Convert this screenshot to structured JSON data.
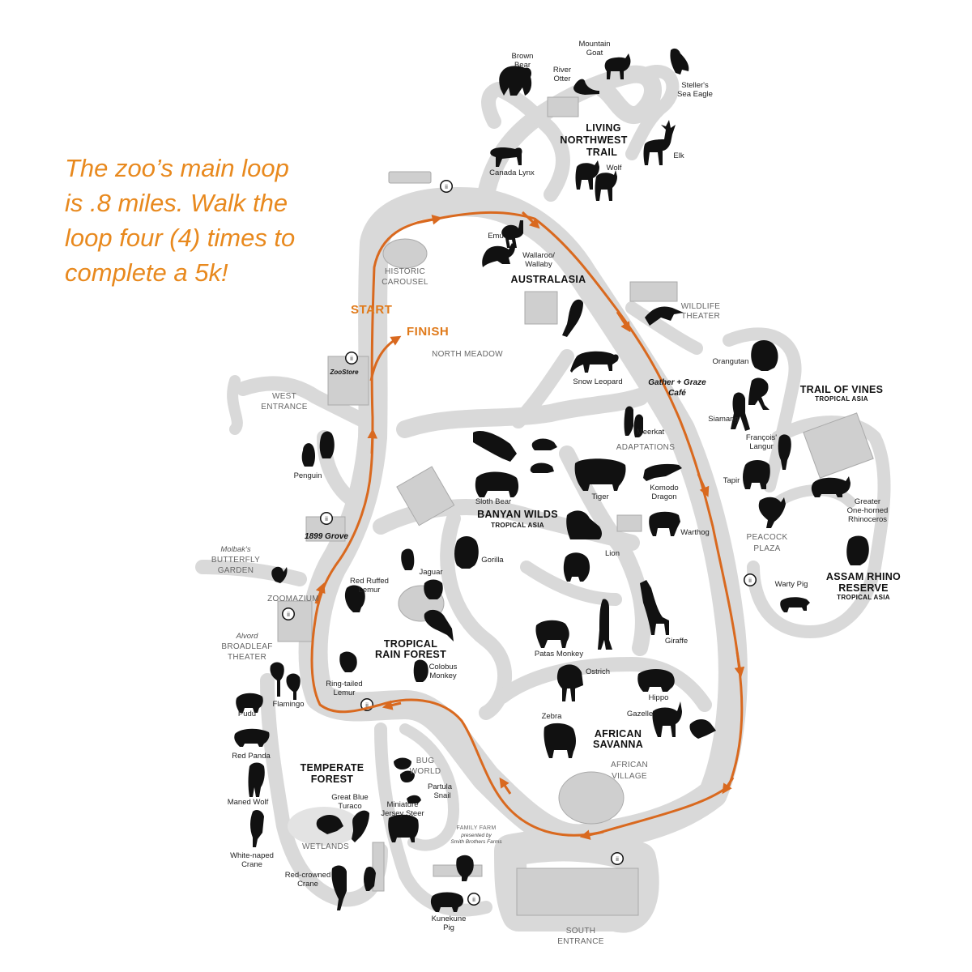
{
  "headline": {
    "line1": "The zoo’s main loop",
    "line2": "is .8 miles. Walk the",
    "line3": "loop four (4) times to",
    "line4": "complete a 5k!"
  },
  "route": {
    "start": "START",
    "finish": "FINISH",
    "color": "#d9691f"
  },
  "colors": {
    "accent": "#e8891e",
    "path": "#d9d9d9",
    "ink": "#111111"
  },
  "areas": {
    "living_northwest_1": "LIVING",
    "living_northwest_2": "NORTHWEST",
    "living_northwest_3": "TRAIL",
    "australasia": "AUSTRALASIA",
    "trail_of_vines": "TRAIL OF VINES",
    "trail_of_vines_sub": "TROPICAL ASIA",
    "banyan_wilds": "BANYAN WILDS",
    "banyan_wilds_sub": "TROPICAL ASIA",
    "assam_1": "ASSAM RHINO",
    "assam_2": "RESERVE",
    "assam_sub": "TROPICAL ASIA",
    "tropical_1": "TROPICAL",
    "tropical_2": "RAIN FOREST",
    "african_1": "AFRICAN",
    "african_2": "SAVANNA",
    "temperate_1": "TEMPERATE",
    "temperate_2": "FOREST"
  },
  "places": {
    "historic_1": "HISTORIC",
    "historic_2": "CAROUSEL",
    "north_meadow": "NORTH MEADOW",
    "wildlife_1": "WILDLIFE",
    "wildlife_2": "THEATER",
    "gather_1": "Gather + Graze",
    "gather_2": "Café",
    "adaptations": "ADAPTATIONS",
    "peacock_1": "PEACOCK",
    "peacock_2": "PLAZA",
    "west_1": "WEST",
    "west_2": "ENTRANCE",
    "zoostore": "ZooStore",
    "grove": "1899 Grove",
    "molbak": "Molbak's",
    "butterfly_1": "BUTTERFLY",
    "butterfly_2": "GARDEN",
    "zoomazium": "ZOOMAZIUM",
    "alvord": "Alvord",
    "broadleaf_1": "BROADLEAF",
    "broadleaf_2": "THEATER",
    "bug_1": "BUG",
    "bug_2": "WORLD",
    "african_village_1": "AFRICAN",
    "african_village_2": "VILLAGE",
    "family_farm": "FAMILY FARM",
    "presented_1": "presented by",
    "presented_2": "Smith Brothers Farms",
    "wetlands": "WETLANDS",
    "south_1": "SOUTH",
    "south_2": "ENTRANCE"
  },
  "animals": {
    "brown_bear_1": "Brown",
    "brown_bear_2": "Bear",
    "mountain_goat_1": "Mountain",
    "mountain_goat_2": "Goat",
    "river_otter_1": "River",
    "river_otter_2": "Otter",
    "sea_eagle_1": "Steller's",
    "sea_eagle_2": "Sea Eagle",
    "canada_lynx": "Canada Lynx",
    "wolf": "Wolf",
    "elk": "Elk",
    "emu": "Emu",
    "wallaroo_1": "Wallaroo/",
    "wallaroo_2": "Wallaby",
    "snow_leopard": "Snow Leopard",
    "orangutan": "Orangutan",
    "siamang": "Siamang",
    "langur_1": "François'",
    "langur_2": "Langur",
    "tapir": "Tapir",
    "rhino_1": "Greater",
    "rhino_2": "One-horned",
    "rhino_3": "Rhinoceros",
    "warty_pig": "Warty Pig",
    "meerkat": "Meerkat",
    "komodo_1": "Komodo",
    "komodo_2": "Dragon",
    "warthog": "Warthog",
    "penguin": "Penguin",
    "sloth_bear": "Sloth Bear",
    "tiger": "Tiger",
    "lion": "Lion",
    "gorilla": "Gorilla",
    "jaguar": "Jaguar",
    "ruffed_1": "Red Ruffed",
    "ruffed_2": "Lemur",
    "ringtailed_1": "Ring-tailed",
    "ringtailed_2": "Lemur",
    "colobus_1": "Colobus",
    "colobus_2": "Monkey",
    "patas": "Patas Monkey",
    "ostrich": "Ostrich",
    "giraffe": "Giraffe",
    "hippo": "Hippo",
    "gazelle": "Gazelle",
    "zebra": "Zebra",
    "flamingo": "Flamingo",
    "pudu": "Pudu",
    "red_panda": "Red Panda",
    "maned_wolf": "Maned Wolf",
    "white_crane_1": "White-naped",
    "white_crane_2": "Crane",
    "red_crane_1": "Red-crowned",
    "red_crane_2": "Crane",
    "turaco_1": "Great Blue",
    "turaco_2": "Turaco",
    "steer_1": "Miniature",
    "steer_2": "Jersey Steer",
    "partula_1": "Partula",
    "partula_2": "Snail",
    "kunekune_1": "Kunekune",
    "kunekune_2": "Pig"
  }
}
